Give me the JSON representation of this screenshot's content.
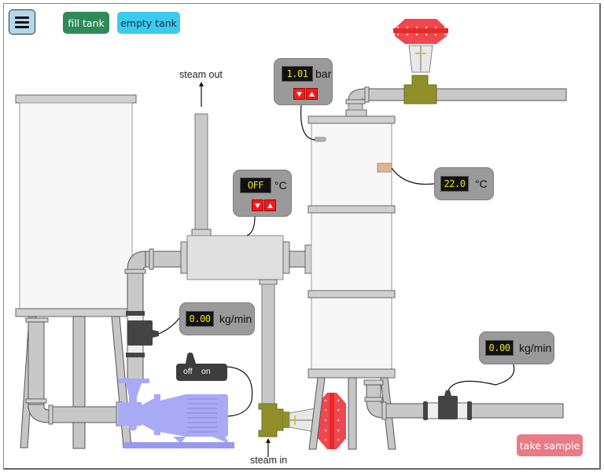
{
  "toolbar": {
    "menu_icon": "hamburger-menu-icon",
    "fill_tank_label": "fill tank",
    "empty_tank_label": "empty tank"
  },
  "labels": {
    "steam_out": "steam out",
    "steam_in": "steam in"
  },
  "pressure_controller": {
    "value": "1.01",
    "unit": "bar",
    "down_icon": "arrow-down-icon",
    "up_icon": "arrow-up-icon"
  },
  "steam_temp_controller": {
    "value": "OFF",
    "unit": "°C",
    "down_icon": "arrow-down-icon",
    "up_icon": "arrow-up-icon"
  },
  "column_temp_display": {
    "value": "22.0",
    "unit": "°C"
  },
  "feed_flow_meter": {
    "value": "0.00",
    "unit": "kg/min"
  },
  "bottoms_flow_meter": {
    "value": "0.00",
    "unit": "kg/min"
  },
  "pump_switch": {
    "off_label": "off",
    "on_label": "on"
  },
  "actions": {
    "take_sample_label": "take sample"
  },
  "colors": {
    "fill_tank": "#2e8b57",
    "empty_tank": "#3ccbef",
    "take_sample": "#e87b86",
    "valve_actuator": "#f0474e",
    "valve_body": "#8f8f2a",
    "pump": "#a9a9f5",
    "lcd_text": "#e6e61a"
  }
}
